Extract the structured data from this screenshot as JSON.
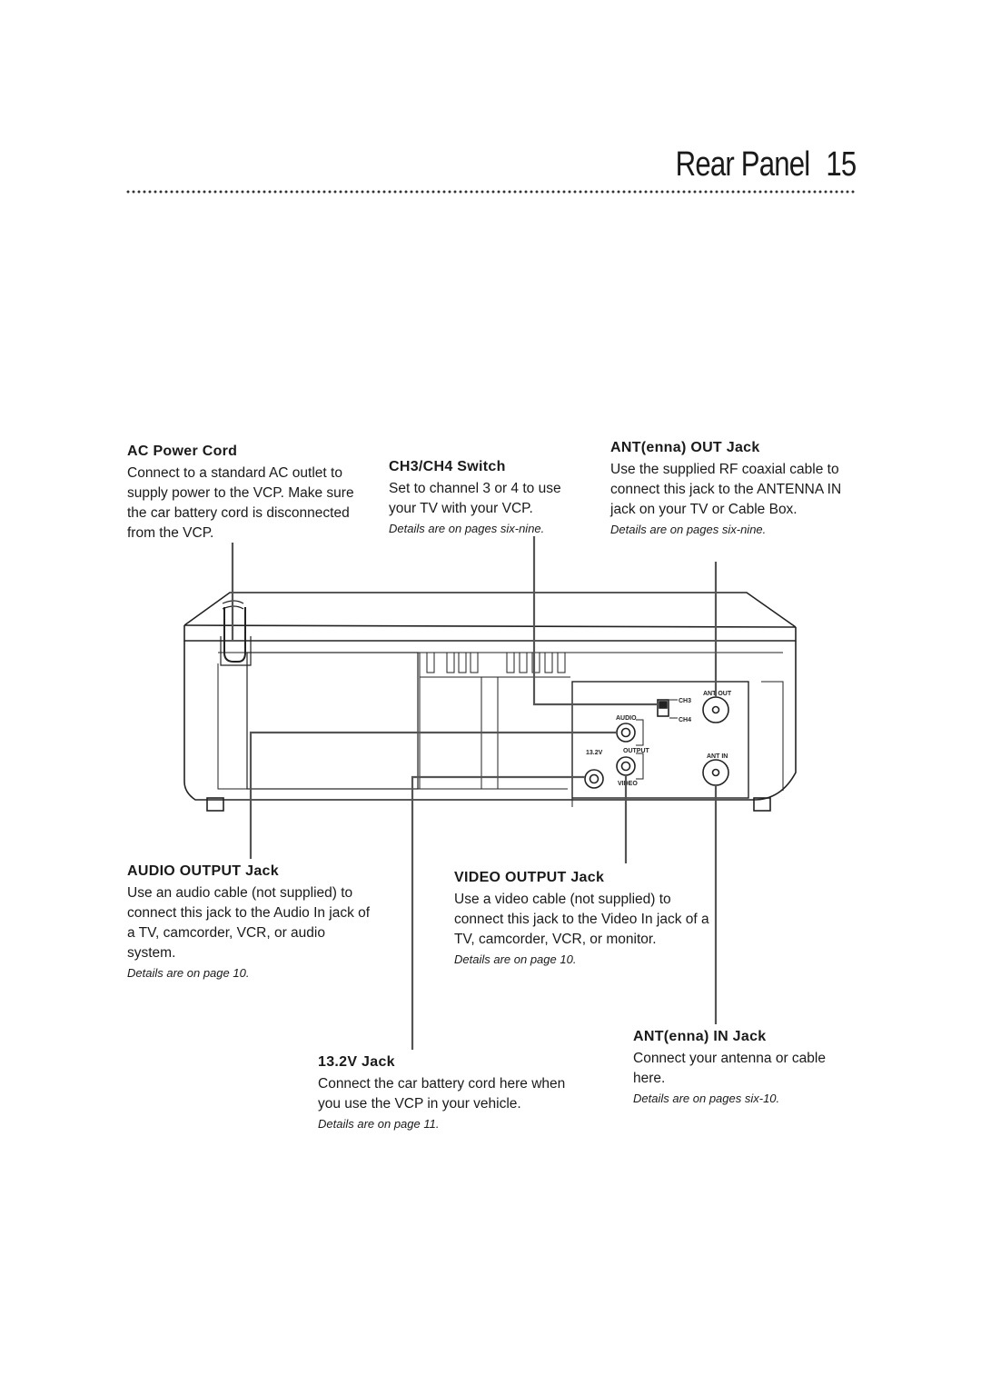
{
  "page": {
    "title": "Rear Panel",
    "number": "15"
  },
  "callouts": {
    "ac_power": {
      "heading": "AC Power Cord",
      "body": "Connect to a standard AC outlet to supply power to the VCP. Make sure the car battery cord is disconnected from the VCP.",
      "ref": ""
    },
    "ch_switch": {
      "heading": "CH3/CH4 Switch",
      "body": "Set to channel 3 or 4 to use your TV with your VCP.",
      "ref": "Details are on pages six-nine."
    },
    "ant_out": {
      "heading": "ANT(enna) OUT Jack",
      "body": "Use the supplied RF coaxial cable to connect this jack to the ANTENNA IN jack on your TV or Cable Box.",
      "ref": "Details are on pages six-nine."
    },
    "audio_out": {
      "heading": "AUDIO OUTPUT Jack",
      "body": "Use an audio cable (not supplied) to connect this jack to the Audio In jack of a TV, camcorder, VCR, or audio system.",
      "ref": "Details are on page 10."
    },
    "video_out": {
      "heading": "VIDEO OUTPUT Jack",
      "body": "Use a video cable (not supplied) to connect this jack to the Video In jack of a TV, camcorder, VCR, or monitor.",
      "ref": "Details are on page 10."
    },
    "ant_in": {
      "heading": "ANT(enna) IN Jack",
      "body": "Connect your antenna or cable here.",
      "ref": "Details are on pages six-10."
    },
    "dc_jack": {
      "heading": "13.2V Jack",
      "body": "Connect the car battery cord here when you use the VCP in your vehicle.",
      "ref": "Details are on page 11."
    }
  },
  "panel_labels": {
    "ant_out": "ANT OUT",
    "ant_in": "ANT IN",
    "ch3": "CH3",
    "ch4": "CH4",
    "audio": "AUDIO",
    "output": "OUTPUT",
    "video": "VIDEO",
    "dc": "13.2V"
  }
}
